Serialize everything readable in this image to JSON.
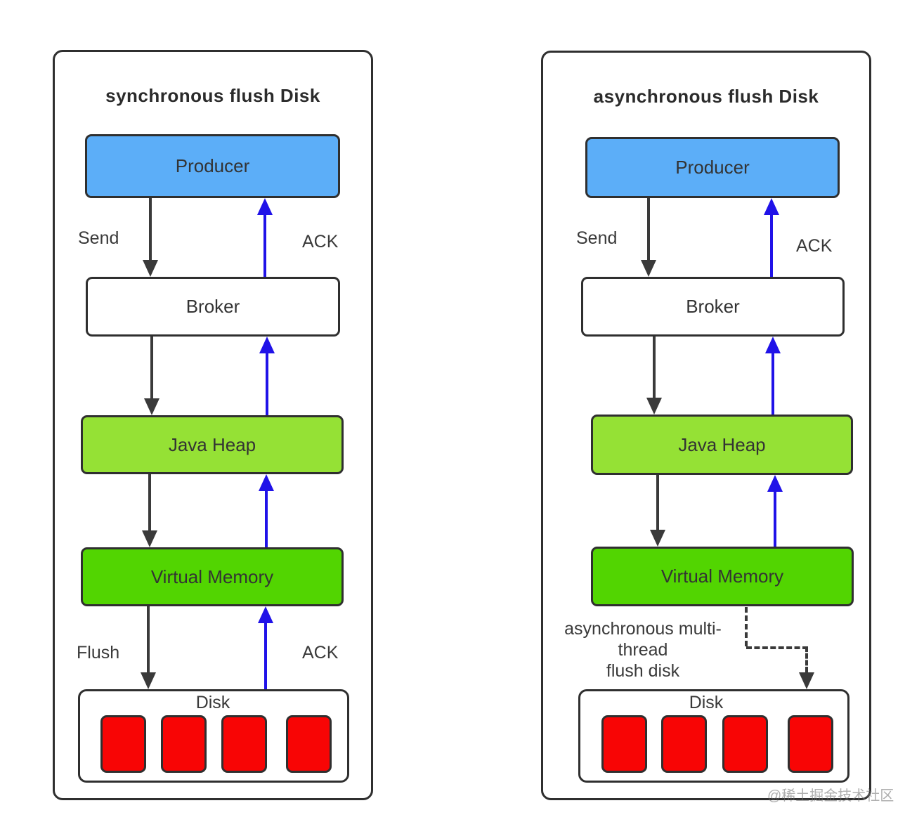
{
  "page": {
    "watermark": "@稀土掘金技术社区"
  },
  "colors": {
    "producer_fill": "#5caef8",
    "java_heap_fill": "#95e135",
    "virtual_memory_fill": "#52d501",
    "disk_block_fill": "#f80505",
    "down_arrow": "#3a3a3a",
    "up_arrow": "#2012e8",
    "box_border": "#2f2f2f"
  },
  "panels": [
    {
      "title": "synchronous flush Disk",
      "boxes": {
        "producer": "Producer",
        "broker": "Broker",
        "java_heap": "Java Heap",
        "virtual_memory": "Virtual Memory",
        "disk": "Disk"
      },
      "labels": {
        "send": "Send",
        "ack_top": "ACK",
        "flush": "Flush",
        "ack_bottom": "ACK"
      }
    },
    {
      "title": "asynchronous flush Disk",
      "boxes": {
        "producer": "Producer",
        "broker": "Broker",
        "java_heap": "Java Heap",
        "virtual_memory": "Virtual Memory",
        "disk": "Disk"
      },
      "labels": {
        "send": "Send",
        "ack_top": "ACK"
      },
      "note_lines": [
        "asynchronous multi-",
        "thread",
        "flush disk"
      ]
    }
  ]
}
